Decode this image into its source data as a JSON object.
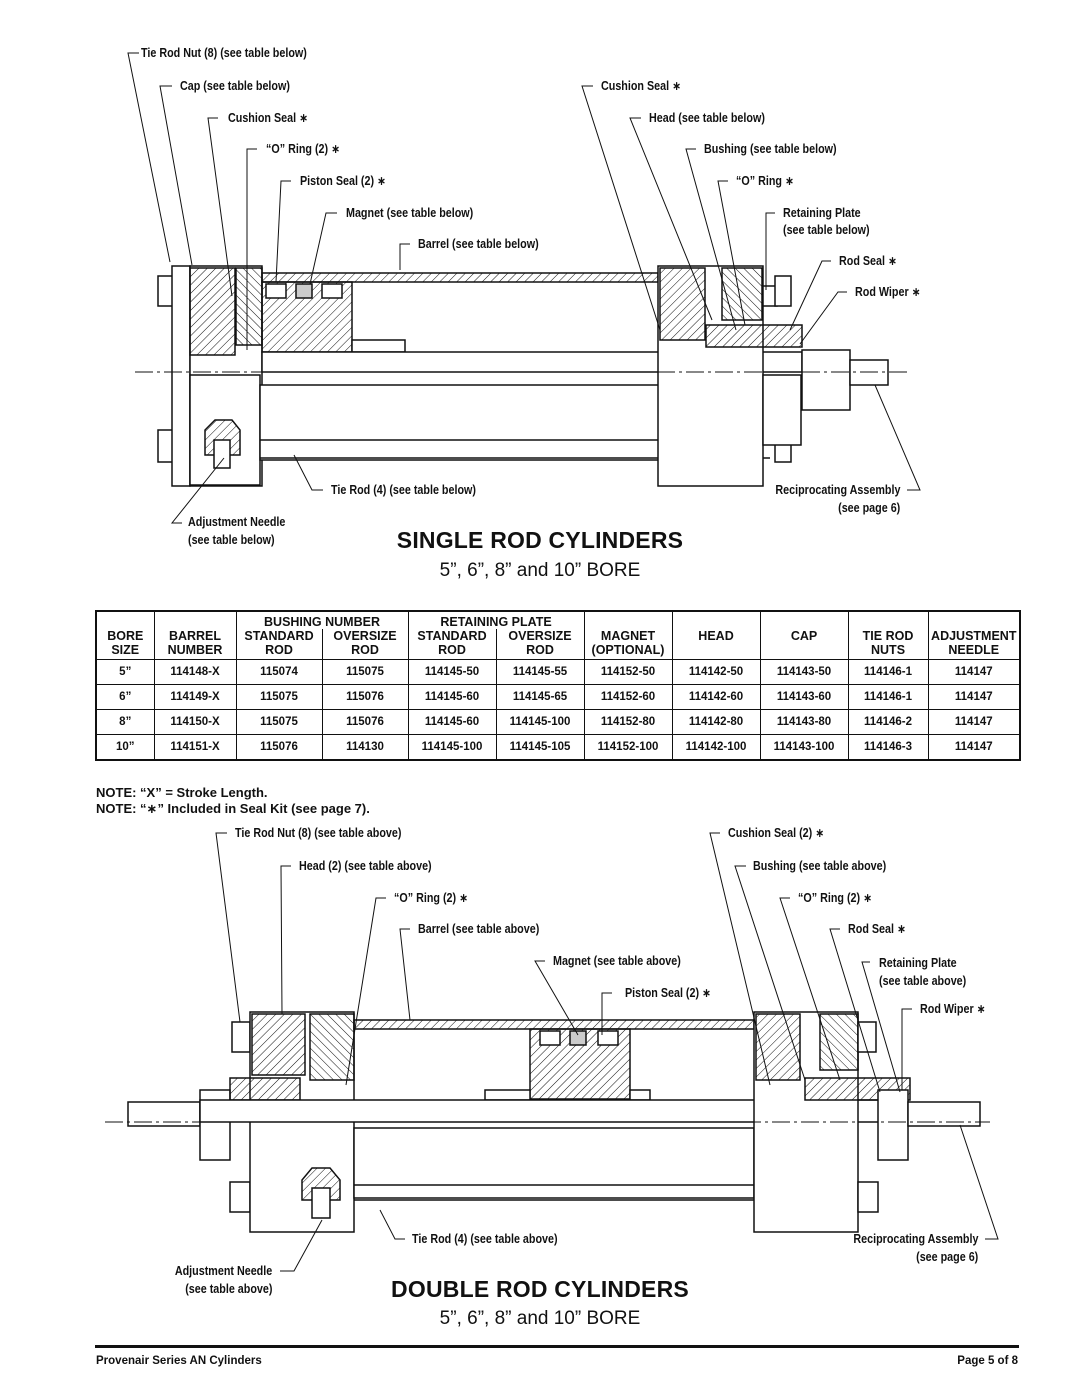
{
  "single": {
    "title": "SINGLE ROD CYLINDERS",
    "subtitle": "5”, 6”, 8” and 10” BORE",
    "callouts": {
      "tie_rod_nut": "Tie Rod Nut (8) (see table below)",
      "cap": "Cap (see table below)",
      "cushion_seal_left": "Cushion Seal ∗",
      "o_ring_left": "“O” Ring (2) ∗",
      "piston_seal": "Piston Seal (2) ∗",
      "magnet": "Magnet (see table below)",
      "barrel": "Barrel (see table below)",
      "cushion_seal_right": "Cushion Seal ∗",
      "head": "Head (see table below)",
      "bushing": "Bushing (see table below)",
      "o_ring_right": "“O” Ring ∗",
      "retaining_plate_1": "Retaining Plate",
      "retaining_plate_2": "(see table below)",
      "rod_seal": "Rod Seal ∗",
      "rod_wiper": "Rod Wiper ∗",
      "tie_rod": "Tie Rod (4) (see table below)",
      "recip_1": "Reciprocating Assembly",
      "recip_2": "(see page 6)",
      "needle_1": "Adjustment Needle",
      "needle_2": "(see table below)"
    }
  },
  "table": {
    "group_headers": {
      "bushing": "BUSHING NUMBER",
      "retaining": "RETAINING PLATE"
    },
    "headers": {
      "bore": [
        "BORE",
        "SIZE"
      ],
      "barrel": [
        "BARREL",
        "NUMBER"
      ],
      "bush_std": [
        "STANDARD",
        "ROD"
      ],
      "bush_over": [
        "OVERSIZE",
        "ROD"
      ],
      "ret_std": [
        "STANDARD",
        "ROD"
      ],
      "ret_over": [
        "OVERSIZE",
        "ROD"
      ],
      "magnet": [
        "MAGNET",
        "(OPTIONAL)"
      ],
      "head": [
        "HEAD",
        ""
      ],
      "cap": [
        "CAP",
        ""
      ],
      "tie_rod": [
        "TIE ROD",
        "NUTS"
      ],
      "needle": [
        "ADJUSTMENT",
        "NEEDLE"
      ]
    },
    "rows": [
      [
        "5”",
        "114148-X",
        "115074",
        "115075",
        "114145-50",
        "114145-55",
        "114152-50",
        "114142-50",
        "114143-50",
        "114146-1",
        "114147"
      ],
      [
        "6”",
        "114149-X",
        "115075",
        "115076",
        "114145-60",
        "114145-65",
        "114152-60",
        "114142-60",
        "114143-60",
        "114146-1",
        "114147"
      ],
      [
        "8”",
        "114150-X",
        "115075",
        "115076",
        "114145-60",
        "114145-100",
        "114152-80",
        "114142-80",
        "114143-80",
        "114146-2",
        "114147"
      ],
      [
        "10”",
        "114151-X",
        "115076",
        "114130",
        "114145-100",
        "114145-105",
        "114152-100",
        "114142-100",
        "114143-100",
        "114146-3",
        "114147"
      ]
    ]
  },
  "notes": [
    "NOTE: “X” = Stroke Length.",
    "NOTE: “∗” Included in Seal Kit (see page 7)."
  ],
  "double": {
    "title": "DOUBLE ROD CYLINDERS",
    "subtitle": "5”, 6”, 8” and 10” BORE",
    "callouts": {
      "tie_rod_nut": "Tie Rod Nut (8) (see table above)",
      "head": "Head (2) (see table above)",
      "o_ring_left": "“O” Ring (2) ∗",
      "barrel": "Barrel (see table above)",
      "magnet": "Magnet (see table above)",
      "piston_seal": "Piston Seal (2) ∗",
      "cushion_seal": "Cushion Seal (2) ∗",
      "bushing": "Bushing (see table above)",
      "o_ring_right": "“O” Ring (2) ∗",
      "rod_seal": "Rod Seal ∗",
      "retaining_plate_1": "Retaining Plate",
      "retaining_plate_2": "(see table above)",
      "rod_wiper": "Rod Wiper ∗",
      "tie_rod": "Tie Rod (4) (see table above)",
      "recip_1": "Reciprocating Assembly",
      "recip_2": "(see page 6)",
      "needle_1": "Adjustment Needle",
      "needle_2": "(see table above)"
    }
  },
  "footer": {
    "left": "Provenair Series AN Cylinders",
    "right": "Page 5 of 8"
  }
}
